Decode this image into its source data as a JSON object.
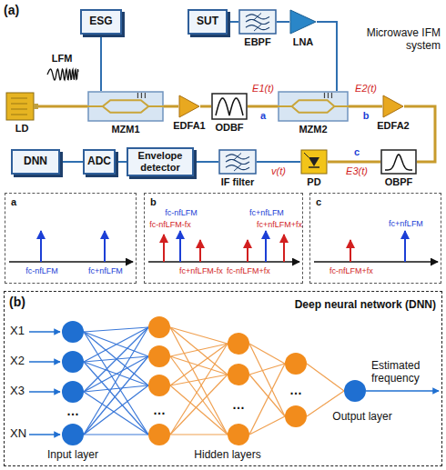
{
  "diagram": {
    "nodes": [
      {
        "text": [
          "ESG"
        ]
      },
      {
        "text": [
          "SUT"
        ]
      },
      {
        "text": [
          "EBPF"
        ]
      },
      {
        "text": [
          "LNA"
        ]
      },
      {
        "text": [
          "LD"
        ]
      },
      {
        "text": [
          "MZM1"
        ]
      },
      {
        "text": [
          "EDFA1"
        ]
      },
      {
        "text": [
          "ODBF"
        ]
      },
      {
        "text": [
          "MZM2"
        ]
      },
      {
        "text": [
          "EDFA2"
        ]
      },
      {
        "text": [
          "OBPF"
        ]
      },
      {
        "text": [
          "PD"
        ]
      },
      {
        "text": [
          "IF filter"
        ]
      },
      {
        "text": [
          "Envelope detector"
        ]
      },
      {
        "text": [
          "ADC"
        ]
      },
      {
        "text": [
          "DNN"
        ]
      },
      {
        "text": [
          "a",
          "fc-nfLFM",
          "fc+nfLFM"
        ]
      },
      {
        "text": [
          "b",
          "fc-nfLFM-fx",
          "fc-nfLFM",
          "fc+nfLFM",
          "fc+nfLFM+fx",
          "fc+nfLFM-fx",
          "fc-nfLFM+fx"
        ]
      },
      {
        "text": [
          "c",
          "fc+nfLFM",
          "fc-nfLFM+fx"
        ]
      },
      {
        "text": [
          "Deep neural network (DNN)"
        ]
      }
    ],
    "edges": [
      {
        "from": 0,
        "to": 5,
        "arrow": "none"
      },
      {
        "from": 1,
        "to": 2,
        "arrow": "none"
      },
      {
        "from": 2,
        "to": 3,
        "arrow": "none"
      },
      {
        "from": 3,
        "to": 8,
        "arrow": "none"
      },
      {
        "from": 4,
        "to": 5,
        "arrow": "none"
      },
      {
        "from": 5,
        "to": 6,
        "arrow": "none"
      },
      {
        "from": 6,
        "to": 7,
        "arrow": "none"
      },
      {
        "from": 7,
        "to": 8,
        "arrow": "none"
      },
      {
        "from": 8,
        "to": 9,
        "arrow": "none"
      },
      {
        "from": 9,
        "to": 10,
        "arrow": "none"
      },
      {
        "from": 10,
        "to": 11,
        "arrow": "none"
      },
      {
        "from": 11,
        "to": 12,
        "arrow": "none"
      },
      {
        "from": 12,
        "to": 13,
        "arrow": "none"
      },
      {
        "from": 13,
        "to": 14,
        "arrow": "none"
      },
      {
        "from": 14,
        "to": 15,
        "arrow": "none"
      }
    ],
    "labels": [
      "(a)",
      "Microwave IFM system",
      "LFM",
      "E1(t)",
      "a",
      "E2(t)",
      "b",
      "c",
      "E3(t)",
      "v(t)",
      "(b)",
      "X1",
      "X2",
      "X3",
      "XN",
      "…",
      "…",
      "…",
      "…",
      "Input layer",
      "Hidden layers",
      "Output layer",
      "Estimated frequency"
    ]
  }
}
